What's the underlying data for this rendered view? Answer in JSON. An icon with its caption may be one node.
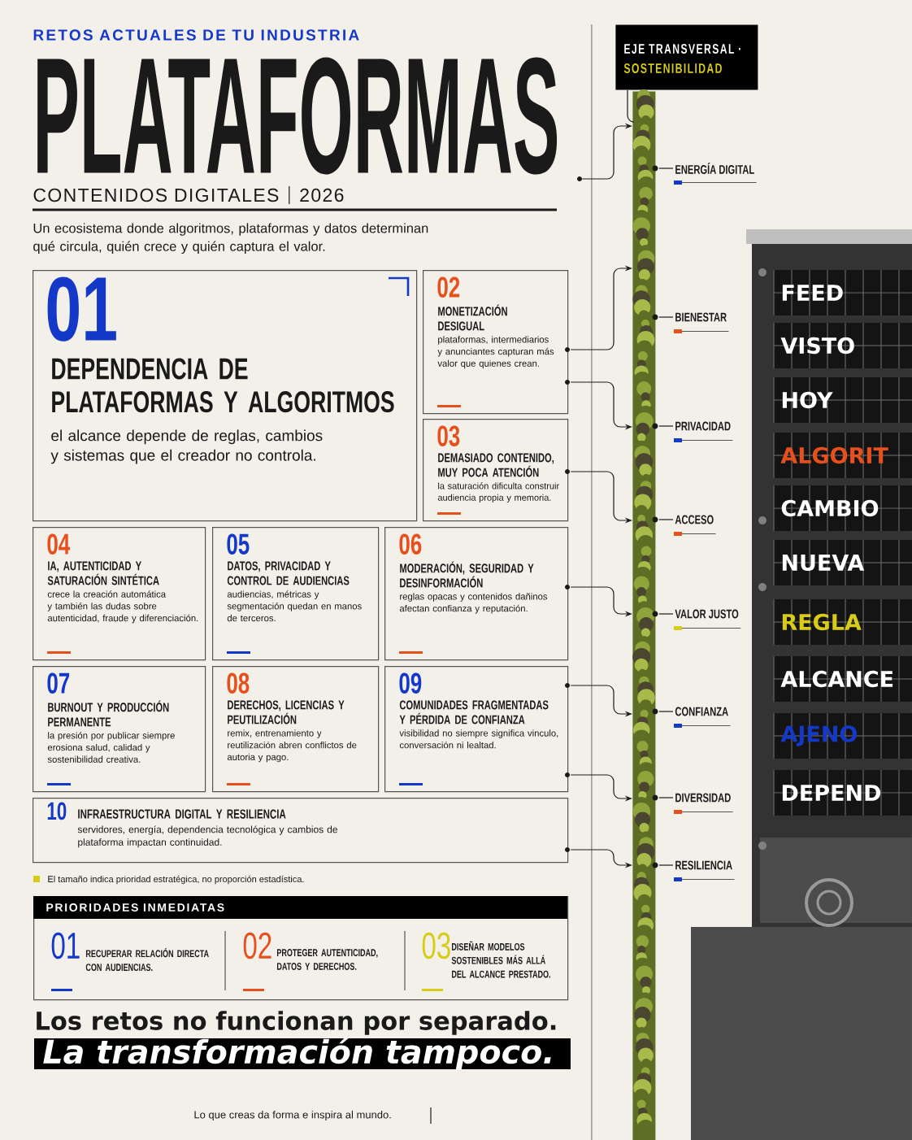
{
  "diagram": {
    "title": "PLATAFORMAS",
    "nodes": [
      {
        "text": [
          "01",
          "DEPENDENCIA DE PLATAFORMAS Y ALGORITMOS",
          "el alcance depende de reglas, cambios y sistemas que el creador no controla."
        ]
      },
      {
        "text": [
          "02",
          "MONETIZACIÓN DESIGUAL",
          "plataformas, intermediarios y anunciantes capturan más valor que quienes crean."
        ]
      },
      {
        "text": [
          "03",
          "DEMASIADO CONTENIDO, MUY POCA ATENCIÓN",
          "la saturación dificulta construir audiencia propia y memoria."
        ]
      },
      {
        "text": [
          "04",
          "IA, AUTENTICIDAD Y SATURACIÓN SINTÉTICA",
          "crece la creación automática y también las dudas sobre autenticidad, fraude y diferenciación."
        ]
      },
      {
        "text": [
          "05",
          "DATOS, PRIVACIDAD Y CONTROL DE AUDIENCIAS",
          "audiencias, métricas y segmentación quedan en manos de terceros."
        ]
      },
      {
        "text": [
          "06",
          "MODERACIÓN, SEGURIDAD Y DESINFORMACIÓN",
          "reglas opacas y contenidos dañinos afectan confianza y reputación."
        ]
      },
      {
        "text": [
          "07",
          "BURNOUT Y PRODUCCIÓN PERMANENTE",
          "la presión por publicar siempre erosiona salud, calidad y sostenibilidad creativa."
        ]
      },
      {
        "text": [
          "08",
          "DERECHOS, LICENCIAS Y PEUTILIZACIÓN",
          "remix, entrenamiento y reutilización abren conflictos de autoria y pago."
        ]
      },
      {
        "text": [
          "09",
          "COMUNIDADES FRAGMENTADAS Y PÉRDIDA DE CONFIANZA",
          "visibilidad no siempre significa vinculo, conversación ni lealtad."
        ]
      },
      {
        "text": [
          "10",
          "INFRAESTRUCTURA DIGITAL Y RESILIENCIA",
          "servidores, energía, dependencia tecnológica y cambios de plataforma impactan continuidad."
        ]
      },
      {
        "text": [
          "EJE TRANSVERSAL ·",
          "SOSTENIBILIDAD"
        ]
      },
      {
        "text": [],
        "shape": "picture"
      },
      {
        "text": [
          "ENERGÍA DIGITAL"
        ]
      },
      {
        "text": [
          "BIENESTAR"
        ]
      },
      {
        "text": [
          "PRIVACIDAD"
        ]
      },
      {
        "text": [
          "ACCESO"
        ]
      },
      {
        "text": [
          "VALOR JUSTO"
        ]
      },
      {
        "text": [
          "CONFIANZA"
        ]
      },
      {
        "text": [
          "DIVERSIDAD"
        ]
      },
      {
        "text": [
          "RESILIENCIA"
        ]
      },
      {
        "text": [
          "PRIORIDADES INMEDIATAS",
          "01",
          "RECUPERAR RELACIÓN DIRECTA CON AUDIENCIAS.",
          "02",
          "PROTEGER AUTENTICIDAD, DATOS Y DERECHOS.",
          "03",
          "DISEÑAR MODELOS SOSTENIBLES MÁS ALLÁ DEL ALCANCE PRESTADO."
        ]
      },
      {
        "text": [],
        "shape": "circle"
      }
    ],
    "edges": [
      {
        "from": 21,
        "to": 11,
        "arrow": "to"
      },
      {
        "from": 10,
        "to": 11,
        "arrow": "none"
      },
      {
        "from": 1,
        "to": 11,
        "arrow": "to"
      },
      {
        "from": 1,
        "to": 11,
        "arrow": "to"
      },
      {
        "from": 2,
        "to": 11,
        "arrow": "to"
      },
      {
        "from": 5,
        "to": 11,
        "arrow": "to"
      },
      {
        "from": 8,
        "to": 11,
        "arrow": "to"
      },
      {
        "from": 8,
        "to": 11,
        "arrow": "to"
      },
      {
        "from": 9,
        "to": 11,
        "arrow": "to"
      },
      {
        "from": 11,
        "to": 12,
        "arrow": "none"
      },
      {
        "from": 11,
        "to": 13,
        "arrow": "none"
      },
      {
        "from": 11,
        "to": 14,
        "arrow": "none"
      },
      {
        "from": 11,
        "to": 15,
        "arrow": "none"
      },
      {
        "from": 11,
        "to": 16,
        "arrow": "none"
      },
      {
        "from": 11,
        "to": 17,
        "arrow": "none"
      },
      {
        "from": 11,
        "to": 18,
        "arrow": "none"
      },
      {
        "from": 11,
        "to": 19,
        "arrow": "none"
      }
    ],
    "labels": [
      "RETOS ACTUALES DE TU INDUSTRIA",
      "CONTENIDOS DIGITALES",
      "2026",
      "Un ecosistema donde algoritmos, plataformas y datos determinan qué circula, quién crece y quién captura el valor.",
      "FEED",
      "VISTO",
      "HOY",
      "ALGORIT",
      "CAMBIO",
      "NUEVA",
      "REGLA",
      "ALCANCE",
      "AJENO",
      "DEPEND",
      "El tamaño indica prioridad estratégica, no proporción estadística.",
      "Los retos no funcionan por separado.",
      "La transformación tampoco.",
      "Lo que creas da forma e inspira al mundo."
    ]
  }
}
